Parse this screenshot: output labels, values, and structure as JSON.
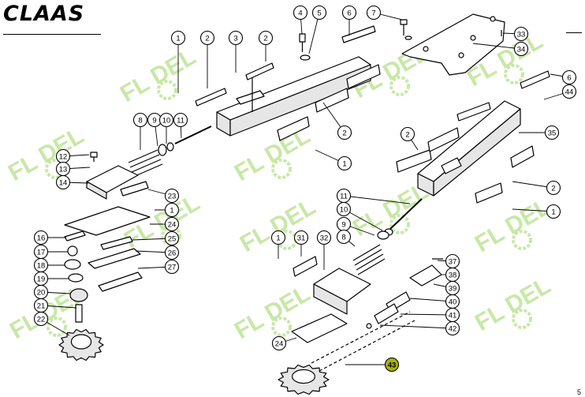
{
  "brand": {
    "name": "CLAAS"
  },
  "watermark": {
    "text": "FL   DEL"
  },
  "page_number": "5",
  "colors": {
    "ink": "#000000",
    "paper": "#ffffff",
    "part_shade": "#e6e6e6",
    "watermark": "#b6e08a",
    "highlight_callout": "#a8b400"
  },
  "callouts": [
    {
      "label": "1"
    },
    {
      "label": "2"
    },
    {
      "label": "3"
    },
    {
      "label": "2"
    },
    {
      "label": "4"
    },
    {
      "label": "5"
    },
    {
      "label": "6"
    },
    {
      "label": "7"
    },
    {
      "label": "33"
    },
    {
      "label": "34"
    },
    {
      "label": "8"
    },
    {
      "label": "9"
    },
    {
      "label": "10"
    },
    {
      "label": "11"
    },
    {
      "label": "6"
    },
    {
      "label": "44"
    },
    {
      "label": "35"
    },
    {
      "label": "2"
    },
    {
      "label": "2"
    },
    {
      "label": "1"
    },
    {
      "label": "2"
    },
    {
      "label": "1"
    },
    {
      "label": "12"
    },
    {
      "label": "13"
    },
    {
      "label": "14"
    },
    {
      "label": "23"
    },
    {
      "label": "1"
    },
    {
      "label": "24"
    },
    {
      "label": "16"
    },
    {
      "label": "25"
    },
    {
      "label": "17"
    },
    {
      "label": "26"
    },
    {
      "label": "18"
    },
    {
      "label": "27"
    },
    {
      "label": "19"
    },
    {
      "label": "20"
    },
    {
      "label": "21"
    },
    {
      "label": "22"
    },
    {
      "label": "11"
    },
    {
      "label": "10"
    },
    {
      "label": "9"
    },
    {
      "label": "8"
    },
    {
      "label": "1"
    },
    {
      "label": "31"
    },
    {
      "label": "32"
    },
    {
      "label": "37"
    },
    {
      "label": "38"
    },
    {
      "label": "39"
    },
    {
      "label": "40"
    },
    {
      "label": "41"
    },
    {
      "label": "42"
    },
    {
      "label": "24"
    },
    {
      "label": "43",
      "highlight": true
    }
  ]
}
